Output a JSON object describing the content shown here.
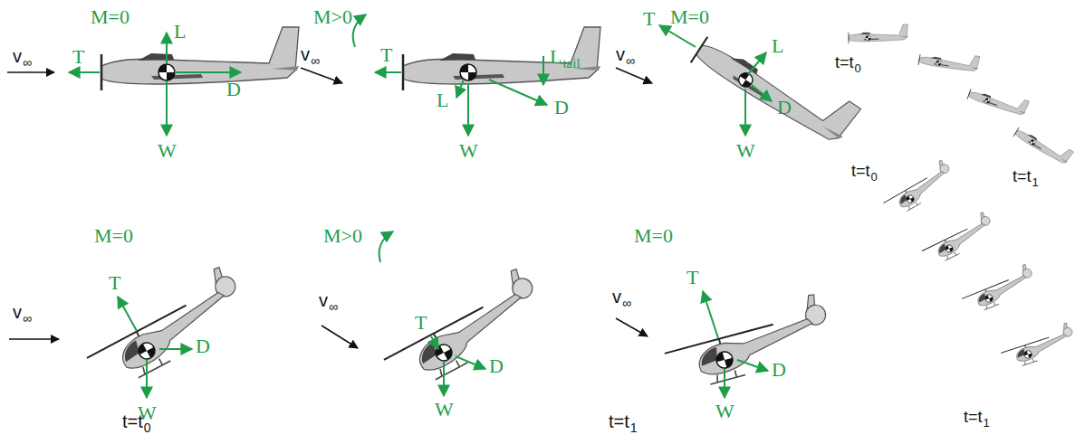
{
  "diagram": {
    "labels": [
      "M=0",
      "v",
      "∞",
      "T",
      "L",
      "D",
      "W",
      "M>0",
      "v",
      "∞",
      "T",
      "L",
      "tail",
      "L",
      "D",
      "W",
      "M=0",
      "T",
      "v",
      "∞",
      "L",
      "D",
      "W",
      "t=t",
      "0",
      "t=t",
      "1",
      "M=0",
      "v",
      "∞",
      "T",
      "D",
      "W",
      "M>0",
      "v",
      "∞",
      "T",
      "D",
      "W",
      "M=0",
      "v",
      "∞",
      "T",
      "D",
      "W",
      "t=t",
      "0",
      "t=t",
      "1",
      "t=t",
      "0",
      "t=t",
      "1"
    ]
  }
}
